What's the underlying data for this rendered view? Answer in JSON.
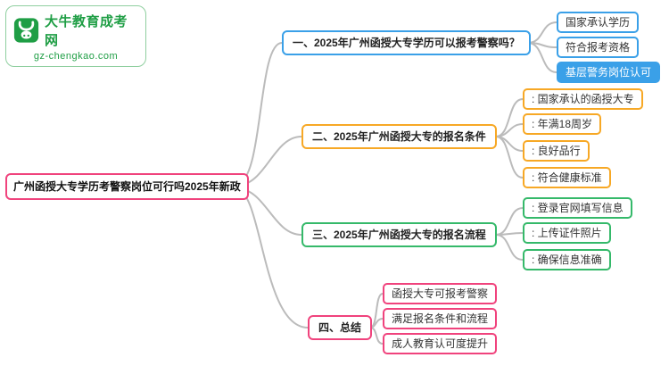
{
  "logo": {
    "title": "大牛教育成考网",
    "subtitle": "gz-chengkao.com",
    "icon": "bull-icon"
  },
  "root": {
    "label": "广州函授大专学历考警察岗位可行吗2025年新政"
  },
  "colors": {
    "branch1_blue": "#3aa0e8",
    "branch2_orange": "#f7a825",
    "branch3_green": "#35b96a",
    "branch4_pink": "#f0437d",
    "logo_green": "#1f9e45",
    "highlight_node_bg": "#3aa0e8",
    "highlight_node_text": "#ffffff"
  },
  "branches": [
    {
      "label": "一、2025年广州函授大专学历可以报考警察吗？",
      "color": "#3aa0e8",
      "children": [
        {
          "text": "国家承认学历"
        },
        {
          "text": "符合报考资格"
        },
        {
          "text": "基层警务岗位认可"
        }
      ]
    },
    {
      "label": "二、2025年广州函授大专的报名条件",
      "color": "#f7a825",
      "children": [
        {
          "text": ": 国家承认的函授大专"
        },
        {
          "text": ": 年满18周岁"
        },
        {
          "text": ": 良好品行"
        },
        {
          "text": ": 符合健康标准"
        }
      ]
    },
    {
      "label": "三、2025年广州函授大专的报名流程",
      "color": "#35b96a",
      "children": [
        {
          "text": ": 登录官网填写信息"
        },
        {
          "text": ": 上传证件照片"
        },
        {
          "text": ": 确保信息准确"
        }
      ]
    },
    {
      "label": "四、总结",
      "color": "#f0437d",
      "children": [
        {
          "text": "函授大专可报考警察"
        },
        {
          "text": "满足报名条件和流程"
        },
        {
          "text": "成人教育认可度提升"
        }
      ]
    }
  ]
}
